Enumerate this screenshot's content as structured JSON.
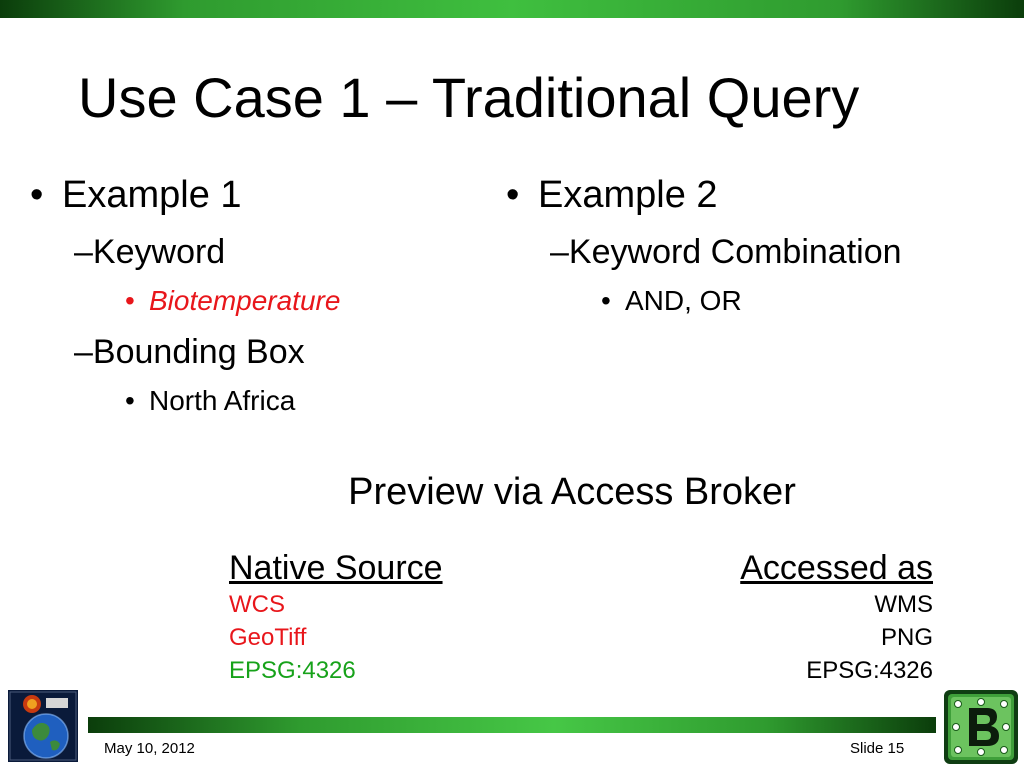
{
  "slide": {
    "title": "Use Case 1 – Traditional Query",
    "left_column": {
      "bullet": "•",
      "heading": "Example 1",
      "items": [
        {
          "dash": "–",
          "label": "Keyword",
          "sub": {
            "bullet": "•",
            "text": "Biotemperature"
          }
        },
        {
          "dash": "–",
          "label": "Bounding Box",
          "sub": {
            "bullet": "•",
            "text": "North Africa"
          }
        }
      ]
    },
    "right_column": {
      "bullet": "•",
      "heading": "Example 2",
      "items": [
        {
          "dash": "–",
          "label": "Keyword Combination",
          "sub": {
            "bullet": "•",
            "text": "AND, OR"
          }
        }
      ]
    },
    "preview_title": "Preview via Access Broker",
    "table": {
      "native_header": "Native Source",
      "accessed_header": "Accessed as",
      "native_values": [
        "WCS",
        "GeoTiff",
        "EPSG:4326"
      ],
      "accessed_values": [
        "WMS",
        "PNG",
        "EPSG:4326"
      ]
    },
    "footer": {
      "date": "May 10, 2012",
      "slide_number": "Slide 15"
    },
    "icons": {
      "left_logo": "earth-globe-icon",
      "right_logo": "broker-b-logo-icon"
    },
    "colors": {
      "accent_red": "#e8161b",
      "accent_green": "#17a21a",
      "bar_green": "#3fbf3f"
    }
  }
}
